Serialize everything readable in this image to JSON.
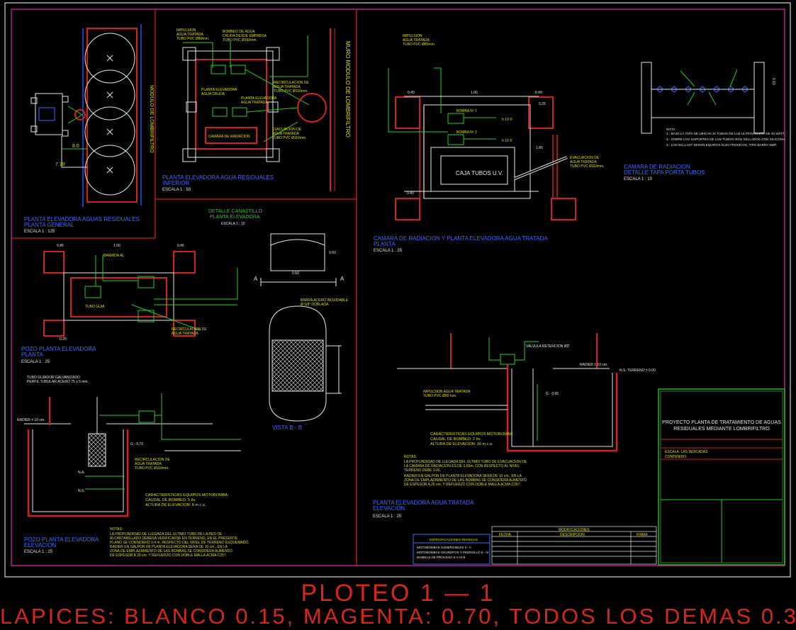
{
  "colors": {
    "background": "#000000",
    "frame": "#c01890",
    "panel": "#d42020",
    "wall": "#d42020",
    "pipe": "#20d020",
    "label": "#e0e000",
    "title": "#3a6cff",
    "white": "#e8e8e8",
    "blue": "#2848ff",
    "cyan": "#30e0e0",
    "footer": "#d8261e"
  },
  "footer": {
    "plot": "PLOTEO 1 — 1",
    "pens": "LAPICES: BLANCO 0.15, MAGENTA: 0.70, TODOS LOS DEMAS 0.30"
  },
  "panels": {
    "general": {
      "title": "PLANTA ELEVADORA AGUAS RESIDUALES",
      "subtitle": "PLANTA GENERAL",
      "scale": "ESCALA 1 : 125",
      "module_label": "MODULO DE LOMBRIFILTRO",
      "dim_a": "8.0",
      "dim_b": "7.70"
    },
    "elev_plan": {
      "title": "PLANTA ELEVADORA AGUA RESIDUALES",
      "subtitle": "INFERIOR",
      "scale": "ESCALA 1 : 50",
      "wall_label": "MURO MODULO DE LOMBRIFILTRO",
      "n1": "IMPULSION",
      "n2": "AGUA TRATADA",
      "n3": "TUBO PVC Ø80mm.",
      "n4": "BOMBEO DE AGUA",
      "n5": "CRUDA DESDE EMPRESA",
      "n6": "TUBO PVC Ø160mm.",
      "n7": "RECIRCULACION DE",
      "n8": "AGUA TRATADA",
      "n9": "TUBO PVC Ø110mm.",
      "n10": "PLANTA ELEVADORA",
      "n11": "AGUA CRUDA",
      "n12": "PLANTA ELEVADORA",
      "n13": "AGUA TRATADA",
      "n14": "CAMARA DE RADIACION",
      "n15": "EVACUACION DE",
      "n16": "AGUA TRATADA",
      "n17": "TUBO PVC Ø110mm."
    },
    "camera_plan": {
      "title": "CAMARA DE RADIACION Y PLANTA ELEVADORA AGUA TRATADA",
      "subtitle": "PLANTA",
      "scale": "ESCALA 1 : 25",
      "box_label": "CAJA TUBOS U.V.",
      "n1": "IMPULSION",
      "n2": "AGUA TRATADA",
      "n3": "TUBO PVC Ø80mm.",
      "n4": "EVACUACION DE",
      "n5": "AGUA TRATADA",
      "n6": "TUBO PVC Ø110mm.",
      "d1": "0.40",
      "d2": "1.00",
      "d3": "0.40",
      "d4": "1.80",
      "d5": "0.25",
      "d6": "0.40",
      "b1": "BOMBA Nº 1",
      "b2": "BOMBA Nº 2",
      "h1": "h 10 ©",
      "h2": "h 10 ©"
    },
    "detail_tubes": {
      "title": "CAMARA DE RADIACION",
      "subtitle": "DETALLE TAPA PORTA TUBOS",
      "scale": "ESCALA 1 : 10",
      "dim": "0.10",
      "nota_title": "NOTA :",
      "nota1": "1.- BAJO LA TAPA SE UBICAN 10 TUBOS DE LUZ ULTRAVIOLETA DE 40 WATT.",
      "nota2": "2.- SOBRE LOS SOPORTES DE LOS TUBOS IRAN SELLADOS CON SILICONA.",
      "nota3": "3.- LOS BALLAST SERAN EQUIPOS ELECTRONICOS, TIPO BARRA SMP."
    },
    "basket": {
      "title": "DETALLE CANASTILLO",
      "subtitle": "PLANTA ELEVADORA",
      "scale": "ESCALA 1 : 10",
      "a_left": "A",
      "a_right": "A",
      "dim_w": "0.50",
      "dim_h": "0.50",
      "view_label": "VISTA B - B",
      "bar_note1": "BARRA ACERO INOXIDABLE",
      "bar_note2": "Ø 5/8\" DOBLADA"
    },
    "pit_plan": {
      "title": "POZO PLANTA ELEVADORA",
      "subtitle": "PLANTA",
      "scale": "ESCALA 1 : 25",
      "d1": "0.45",
      "d2": "1.50",
      "d3": "0.45",
      "d4": "0.25",
      "n1": "BARRIDA AL",
      "n2": "TUBO GUIA",
      "n3": "RECIRCULACION DE",
      "n4": "AGUA TRATADA"
    },
    "pit_elev": {
      "title": "POZO PLANTA ELEVADORA",
      "subtitle": "ELEVACION",
      "scale": "ESCALA 1 : 25",
      "specs_title": "CARACTERISTICAS EQUIPOS MOTOBOMBA:",
      "spec1": "CAUDAL DE BOMBEO: 5 l/s.",
      "spec2": "ALTURA DE ELEVACION: 8 m.c.a.",
      "notes_title": "NOTAS:",
      "note1": "LA PROFUNDIDAD DE LLEGADA DEL ULTIMO TUBO DE LA RED DE",
      "note2": "ALCANTARILLADO DEBERA VERIFICARSE EN TERRENO, EN EL PRESENTE",
      "note3": "PLANO SE CONSIDERO 0.4 m. RESPECTO DEL NIVEL DE TERRENO ESQUEMADO.",
      "note4": "RADIER EN GALPON DE PLANTA ELEVADORA SERA DE 10 cm., EN LA",
      "note5": "ZONA DE EMPLAZAMIENTO DE LAS BOMBAS SE CONSIDERA AUMENTO",
      "note6": "DE ESPESOR A 20 cm. Y REFUERZO CON DOBLE MALLA ACMA C257.",
      "n_top": "TUBO GUIADOR GALVANIZADO",
      "n_top2": "PERFIL TUBULAR ACERO 75 x 5 mm.",
      "nivel": "RADIER ± 10 cm.",
      "g": "G - 0.72",
      "na": "N.A.",
      "ns": "N.S.",
      "rec1": "RECIRCULACION DE",
      "rec2": "AGUA TRATADA",
      "rec3": "TUBO PVC Ø110mm."
    },
    "treated_elev": {
      "title": "PLANTA ELEVADORA AGUA TRATADA",
      "subtitle": "ELEVACION",
      "scale": "ESCALA 1 : 25",
      "specs_title": "CARACTERISTICAS EQUIPOS MOTOBOMBA:",
      "spec1": "CAUDAL DE BOMBEO: 2 l/s.",
      "spec2": "ALTURA DE ELEVACION: 10 m.c.a.",
      "notes_title": "NOTAS:",
      "note1": "LA PROFUNDIDAD DE LLEGADA DEL ULTIMO TUBO DE EVACUACION DE",
      "note2": "LA CAMARA DE RADIACION ES DE 0.65m. CON RESPECTO AL NIVEL",
      "note3": "TERRENO DEBE 0.00.",
      "note4": "RADIER EN GALPON DE PLANTA ELEVADORA SERA DE 10 cm., EN LA",
      "note5": "ZONA DE EMPLAZAMIENTO DE LAS BOMBAS SE CONSIDERA AUMENTO",
      "note6": "DE ESPESOR A 20 cm. Y REFUERZO CON DOBLE MALLA ACMA C257.",
      "g": "G - 0.65",
      "impulsion": "IMPULSION AGUA TRATADA",
      "impulsion2": "TUBO PVC Ø80 mm.",
      "valvula": "VALVULA RETENCION Ø3\"",
      "radier": "RADIER ± 10 cm.",
      "ns": "N.S. TERRENO ± 0.00"
    }
  },
  "title_block": {
    "project1": "PROYECTO PLANTA DE TRATAMIENTO DE AGUAS",
    "project2": "RESIDUALES MEDIANTE LOMBRIFILTRO",
    "escala": "ESCALA: LAS INDICADAS",
    "contenido": "CONTENIDO:",
    "mods_title": "MODIFICACIONES",
    "mod_fecha": "FECHA",
    "mod_desc": "DESCRIPCION",
    "mod_firma": "FIRMA",
    "specs_title": "ESPECIFICACIONES TECNICAS",
    "spec1": "MOTOBOMBAS SUMERGIBLES II - II",
    "spec2": "MOTOBOMBAS GRUNDFOS Y PEDROLLO II - III",
    "spec3": "BOMBAS DE PROCESO II-A-III-B"
  }
}
